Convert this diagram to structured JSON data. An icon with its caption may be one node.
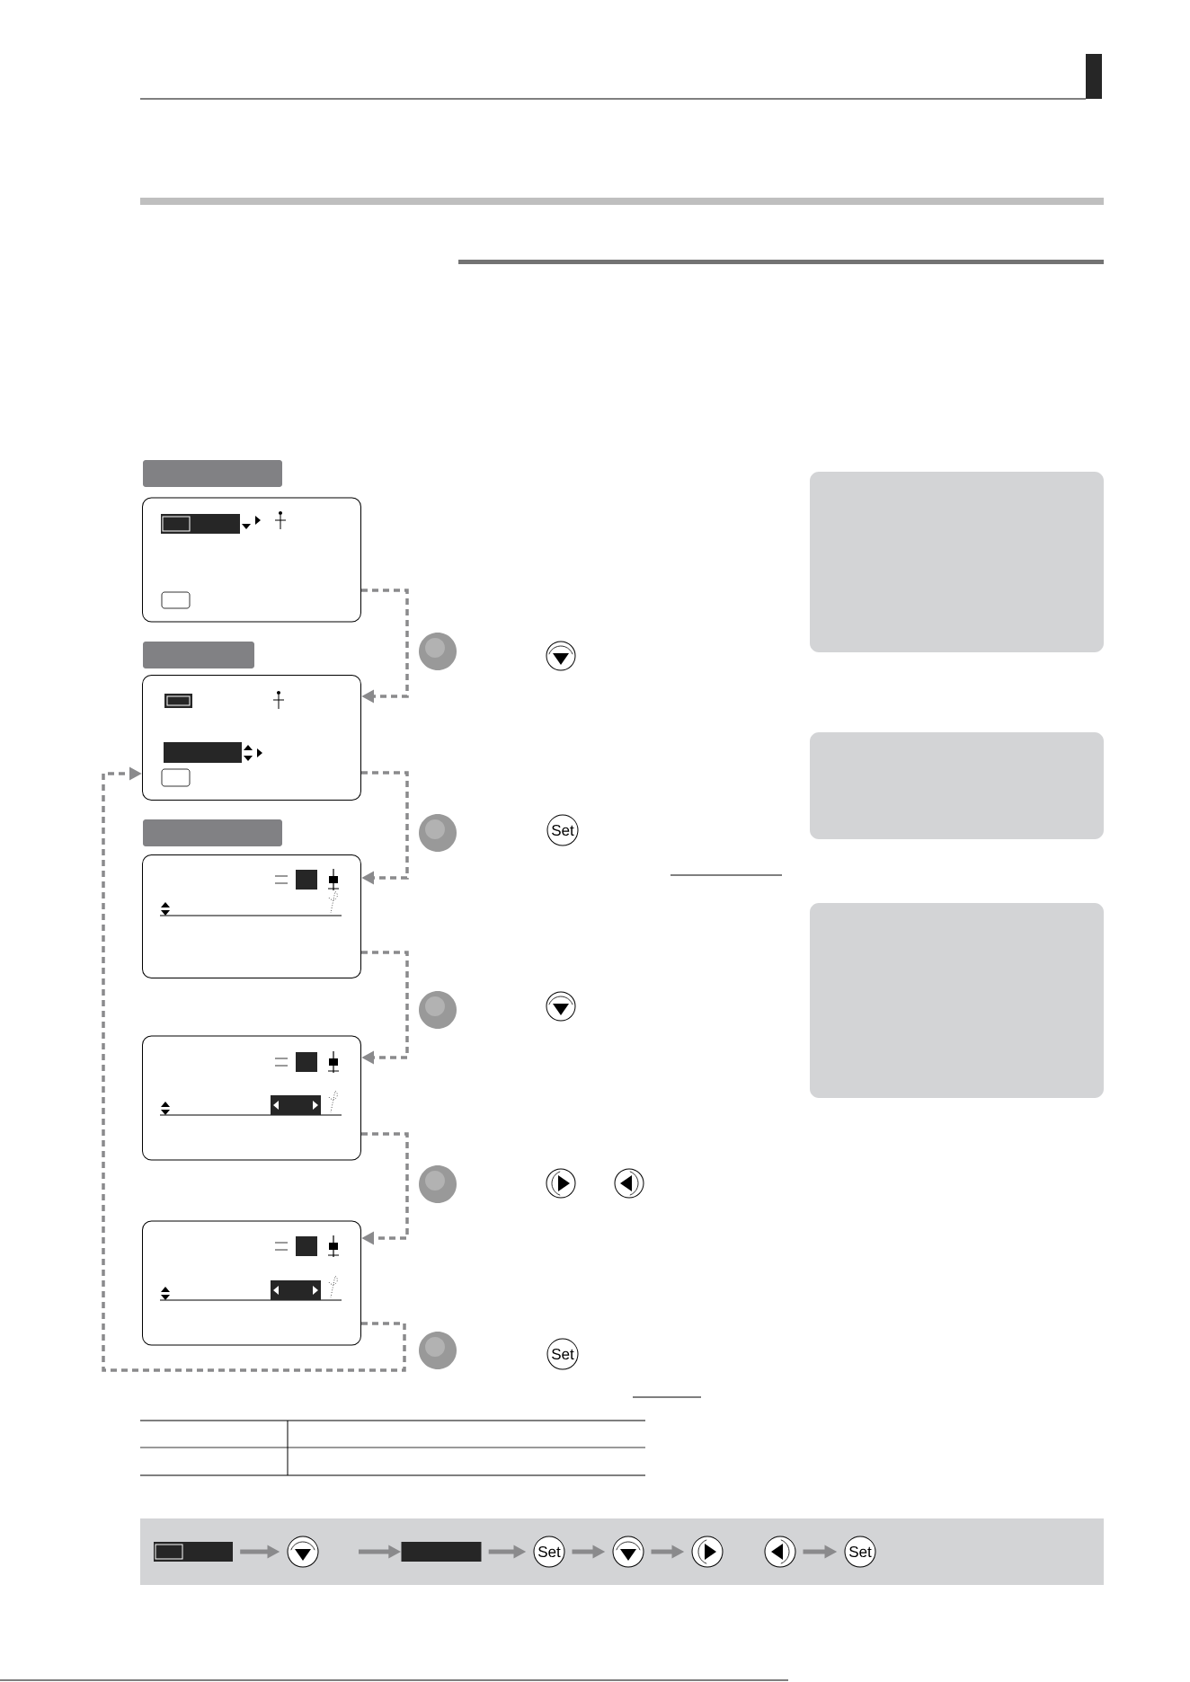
{
  "diagram": {
    "nodes": [
      {
        "text": [],
        "shape": "box"
      },
      {
        "text": [],
        "shape": "box"
      },
      {
        "text": [],
        "shape": "box"
      },
      {
        "text": [],
        "shape": "box"
      },
      {
        "text": [],
        "shape": "box"
      },
      {
        "text": [],
        "shape": "box"
      },
      {
        "text": [],
        "shape": "circle"
      },
      {
        "text": [],
        "shape": "box"
      },
      {
        "text": [
          "Set"
        ]
      },
      {
        "text": [],
        "shape": "circle"
      },
      {
        "text": [],
        "shape": "circle"
      },
      {
        "text": [],
        "shape": "circle"
      },
      {
        "text": [
          "Set"
        ]
      }
    ],
    "edges": [
      {
        "from": 0,
        "to": 1,
        "arrow": "to",
        "style": "dashed"
      },
      {
        "from": 1,
        "to": 2,
        "arrow": "to",
        "style": "dashed"
      },
      {
        "from": 2,
        "to": 3,
        "arrow": "to",
        "style": "dashed"
      },
      {
        "from": 3,
        "to": 4,
        "arrow": "to",
        "style": "dashed"
      },
      {
        "from": 4,
        "to": 1,
        "arrow": "to",
        "style": "dashed"
      },
      {
        "from": 5,
        "to": 6,
        "arrow": "to"
      },
      {
        "from": null,
        "to": 7,
        "arrow": "to"
      },
      {
        "from": 7,
        "to": 8,
        "arrow": "to"
      },
      {
        "from": 8,
        "to": 9,
        "arrow": "to"
      },
      {
        "from": 9,
        "to": 10,
        "arrow": "to"
      },
      {
        "from": 11,
        "to": 12,
        "arrow": "to"
      }
    ],
    "labels": [
      "Set",
      "Set"
    ]
  }
}
